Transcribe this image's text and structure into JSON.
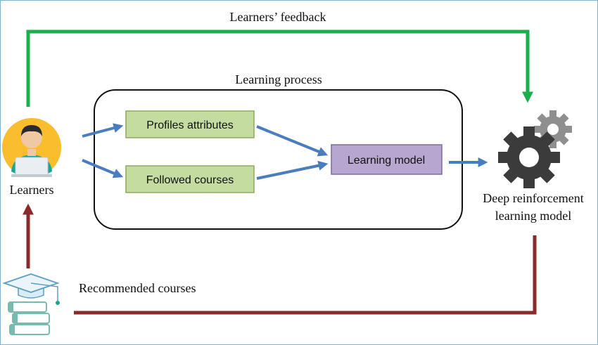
{
  "labels": {
    "feedback": "Learners’ feedback",
    "process": "Learning process",
    "learners": "Learners",
    "drl_line1": "Deep reinforcement",
    "drl_line2": "learning model",
    "recommended": "Recommended courses"
  },
  "boxes": {
    "profiles": "Profiles attributes",
    "followed": "Followed courses",
    "model": "Learning model"
  },
  "icons": {
    "learner": "learner-avatar-icon",
    "gears": "gears-icon",
    "courses": "graduation-books-icon"
  },
  "colors": {
    "feedback_arrow": "#1aaf4b",
    "recommend_arrow": "#8b2a2a",
    "flow_arrow": "#4a7dbf",
    "green_box_fill": "#c5dca0",
    "green_box_border": "#8aaa5a",
    "purple_box_fill": "#b7a6cf",
    "purple_box_border": "#7d6aa0"
  }
}
